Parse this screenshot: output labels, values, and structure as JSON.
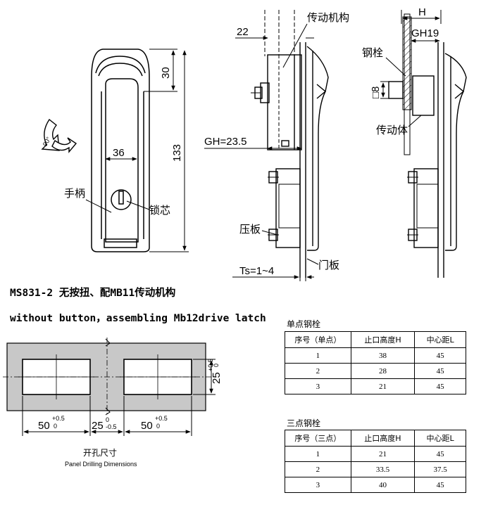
{
  "title_cn": "MS831-2 无按扭、配MB11传动机构",
  "title_en": "without button，assembling Mb12drive latch",
  "front_view": {
    "rotation_label": "90°",
    "dim_width": "36",
    "dim_top": "30",
    "dim_height": "133",
    "handle_label": "手柄",
    "core_label": "锁芯"
  },
  "side_view": {
    "drive_label": "传动机构",
    "dim_22": "22",
    "gh_label": "GH=23.5",
    "plate_label": "压板",
    "ts_label": "Ts=1~4",
    "door_label": "门板"
  },
  "bolt_view": {
    "h_label": "H",
    "gh19_label": "GH19",
    "bolt_label": "钢栓",
    "square_label": "□8",
    "body_label": "传动体"
  },
  "cutout": {
    "dim_left": "50",
    "dim_mid": "25",
    "dim_right": "50",
    "tol_plus": "+0.5",
    "tol_zero": "0",
    "tol_mid_zero": "0",
    "tol_minus": "-0.5",
    "dim_vert": "25",
    "caption_cn": "开孔尺寸",
    "caption_en": "Panel Drilling Dimensions"
  },
  "single_table": {
    "caption": "单点钢栓",
    "headers": [
      "序号（单点）",
      "止口高度H",
      "中心距L"
    ],
    "rows": [
      [
        "1",
        "38",
        "45"
      ],
      [
        "2",
        "28",
        "45"
      ],
      [
        "3",
        "21",
        "45"
      ]
    ]
  },
  "triple_table": {
    "caption": "三点钢栓",
    "headers": [
      "序号（三点）",
      "止口高度H",
      "中心距L"
    ],
    "rows": [
      [
        "1",
        "21",
        "45"
      ],
      [
        "2",
        "33.5",
        "37.5"
      ],
      [
        "3",
        "40",
        "45"
      ]
    ]
  }
}
